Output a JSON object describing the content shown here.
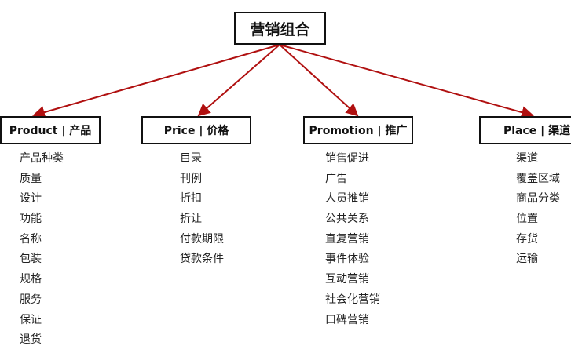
{
  "root": {
    "label": "营销组合"
  },
  "arrow_color": "#b01010",
  "categories": [
    {
      "label": "Product | 产品",
      "items": [
        "产品种类",
        "质量",
        "设计",
        "功能",
        "名称",
        "包装",
        "规格",
        "服务",
        "保证",
        "退货"
      ]
    },
    {
      "label": "Price | 价格",
      "items": [
        "目录",
        "刊例",
        "折扣",
        "折让",
        "付款期限",
        "贷款条件"
      ]
    },
    {
      "label": "Promotion | 推广",
      "items": [
        "销售促进",
        "广告",
        "人员推销",
        "公共关系",
        "直复营销",
        "事件体验",
        "互动营销",
        "社会化营销",
        "口碑营销"
      ]
    },
    {
      "label": "Place | 渠道",
      "items": [
        "渠道",
        "覆盖区域",
        "商品分类",
        "位置",
        "存货",
        "运输"
      ]
    }
  ]
}
